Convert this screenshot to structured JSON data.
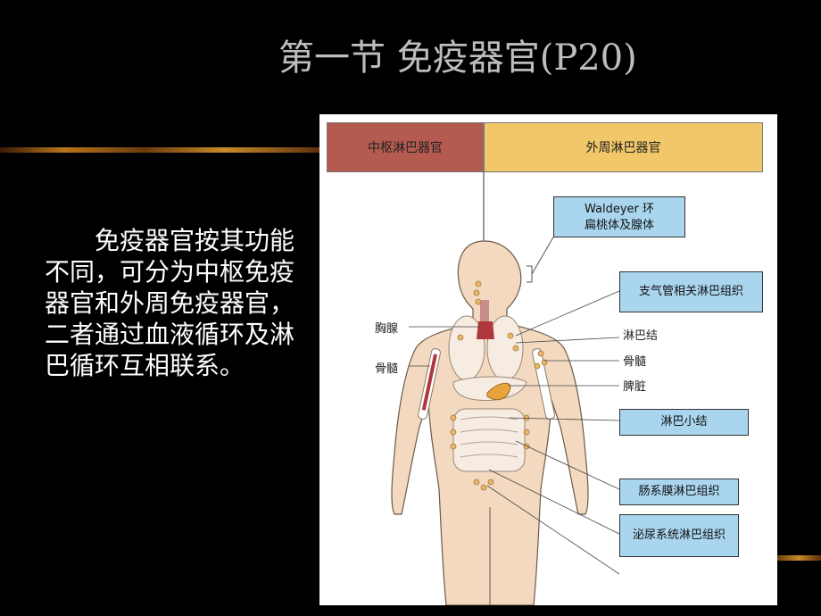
{
  "slide": {
    "title": "第一节  免疫器官(P20)",
    "body": "免疫器官按其功能不同，可分为中枢免疫器官和外周免疫器官，二者通过血液循环及淋巴循环互相联系。"
  },
  "figure": {
    "headers": {
      "central": "中枢淋巴器官",
      "peripheral": "外周淋巴器官"
    },
    "left_labels": {
      "thymus": "胸腺",
      "bone_marrow": "骨髓"
    },
    "right_labels": {
      "lymph_node": "淋巴结",
      "bone_marrow": "骨髓",
      "spleen": "脾脏"
    },
    "boxes": {
      "waldeyer_line1": "Waldeyer 环",
      "waldeyer_line2": "扁桃体及腺体",
      "balt": "支气管相关淋巴组织",
      "nodules": "淋巴小结",
      "mesenteric": "肠系膜淋巴组织",
      "urinary": "泌尿系统淋巴组织"
    },
    "colors": {
      "central_header": "#b55a4f",
      "peripheral_header": "#f2c769",
      "box_fill": "#a9d5ee",
      "body_skin": "#f3d9bf",
      "spleen": "#e8a33a"
    }
  }
}
